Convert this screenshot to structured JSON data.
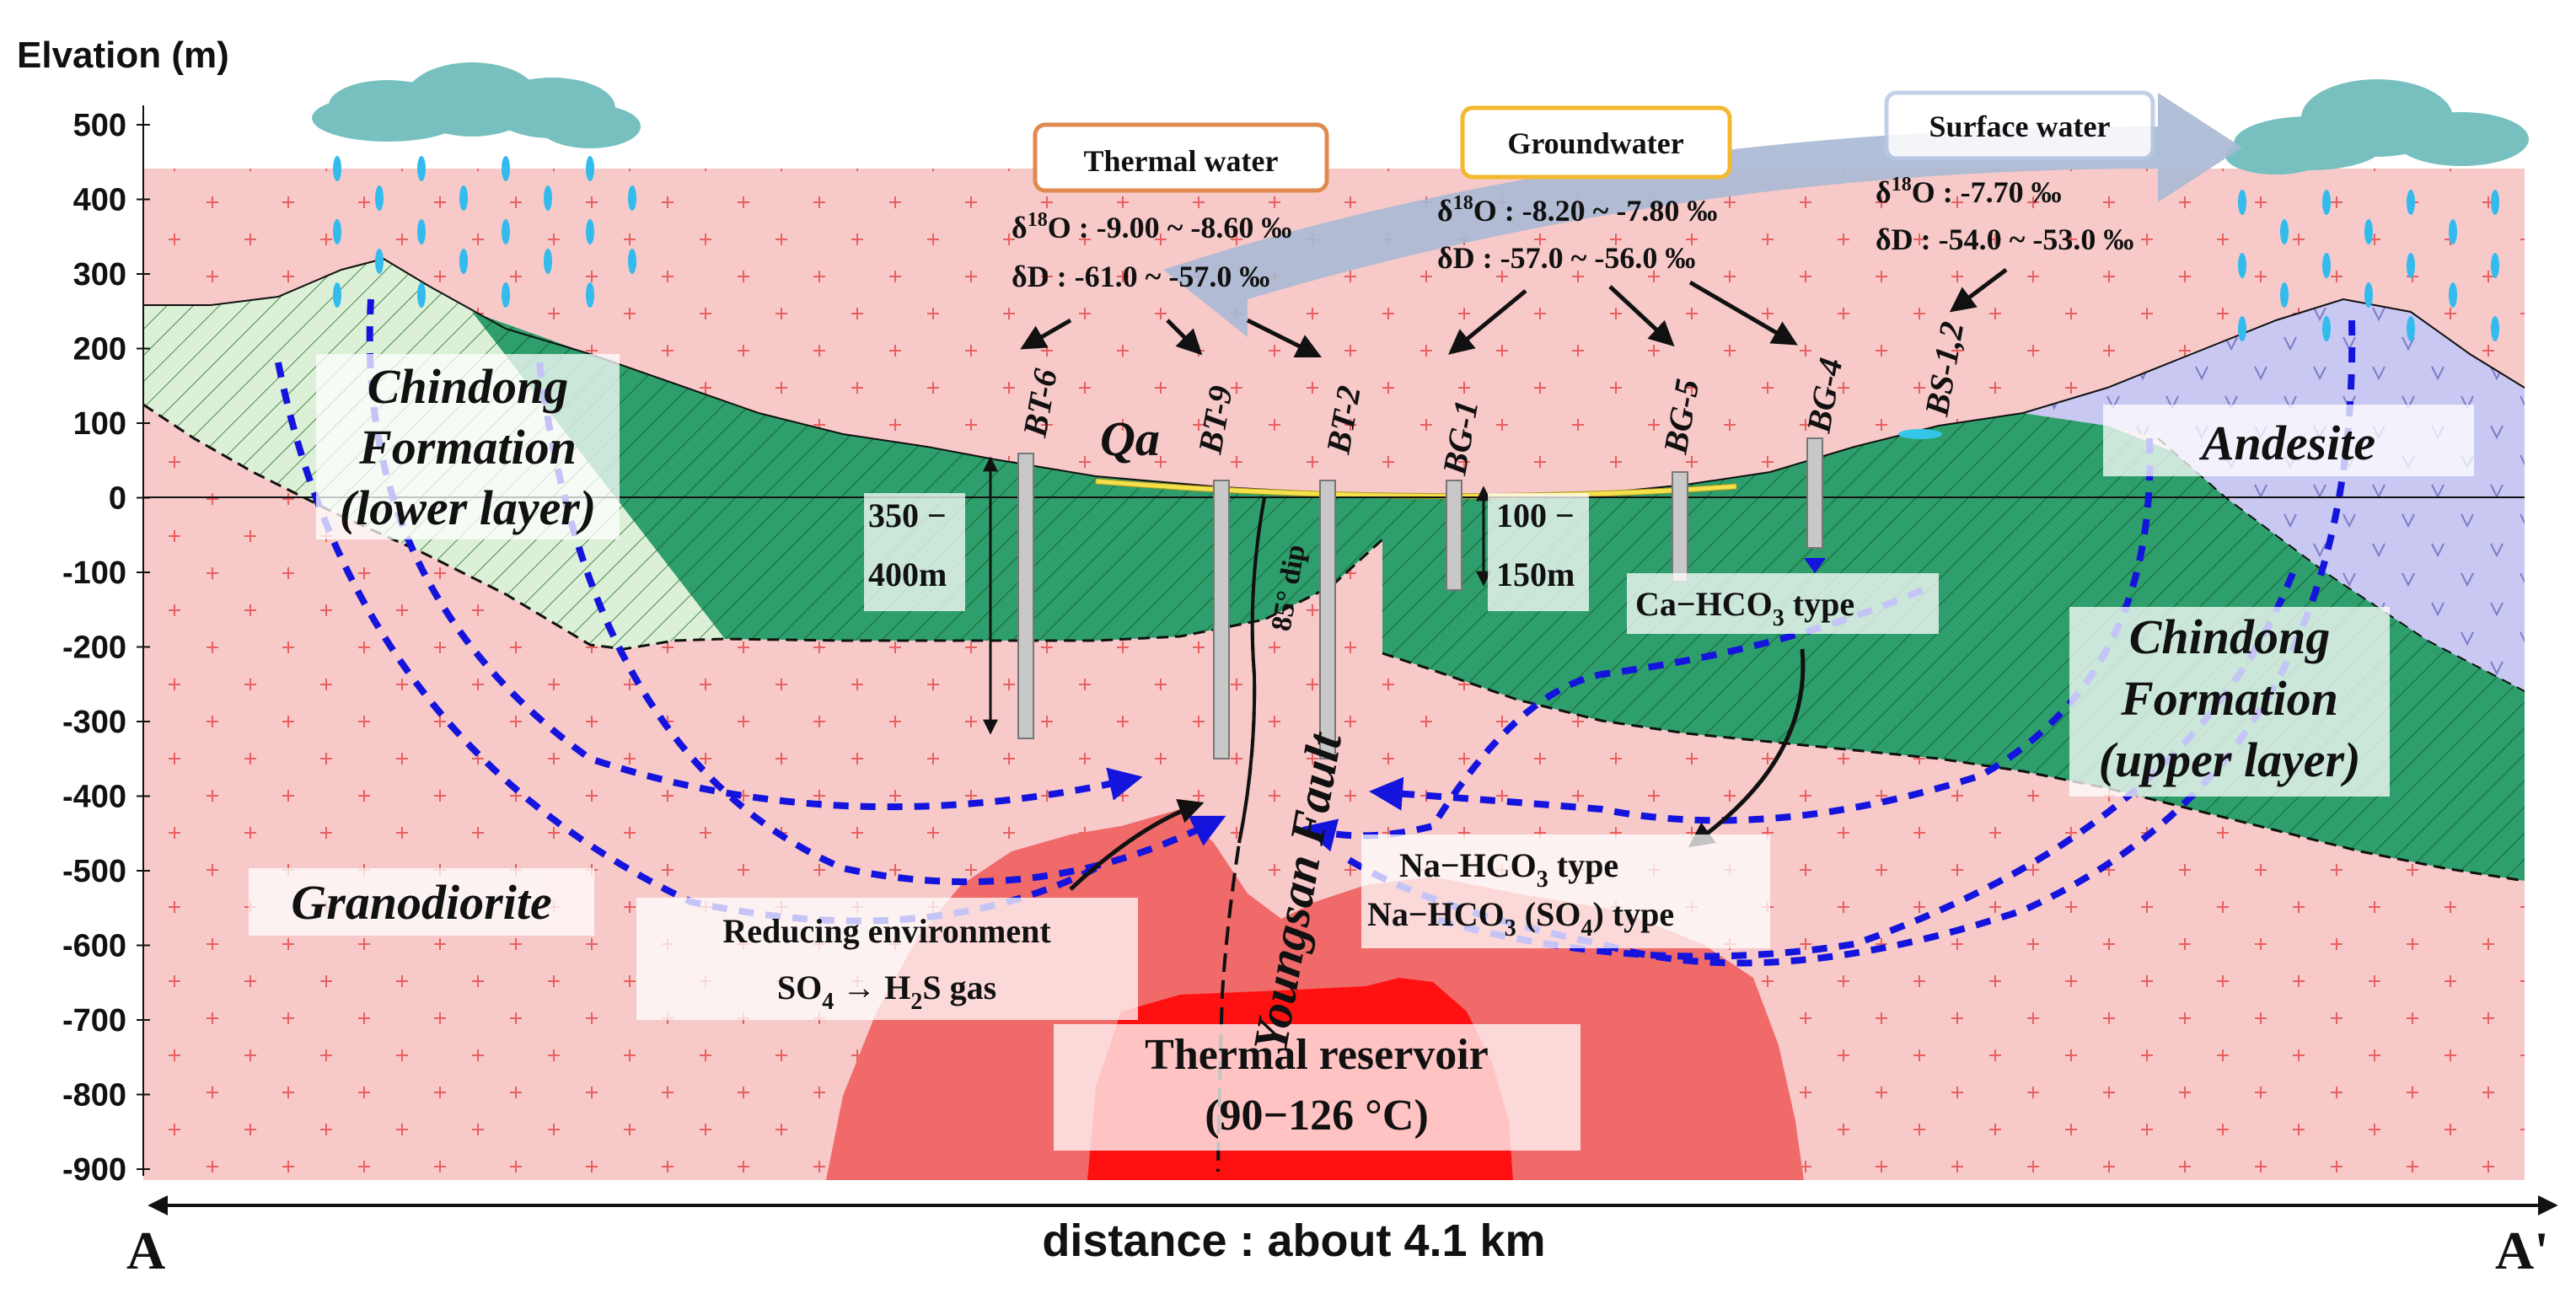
{
  "y_axis": {
    "title": "Elvation (m)",
    "ticks": [
      "500",
      "400",
      "300",
      "200",
      "100",
      "0",
      "-100",
      "-200",
      "-300",
      "-400",
      "-500",
      "-600",
      "-700",
      "-800",
      "-900"
    ]
  },
  "geology": {
    "chindong_lower": [
      "Chindong",
      "Formation",
      "(lower layer)"
    ],
    "chindong_upper": [
      "Chindong",
      "Formation",
      "(upper layer)"
    ],
    "andesite": "Andesite",
    "granodiorite": "Granodiorite",
    "qa": "Qa",
    "fault": "Youngsan  Fault",
    "dip": "85° dip"
  },
  "water_boxes": {
    "thermal": "Thermal  water",
    "groundwater": "Groundwater",
    "surface": "Surface water"
  },
  "isotopes": {
    "thermal": {
      "d18o_prefix": "δ",
      "d18o_sup": "18",
      "d18o_rest": "O : -9.00 ~ -8.60 ‰",
      "dD": "δD : -61.0 ~ -57.0 ‰"
    },
    "groundwater": {
      "d18o_prefix": "δ",
      "d18o_sup": "18",
      "d18o_rest": "O : -8.20 ~ -7.80 ‰",
      "dD": "δD : -57.0 ~ -56.0 ‰"
    },
    "surface": {
      "d18o_prefix": "δ",
      "d18o_sup": "18",
      "d18o_rest": "O : -7.70 ‰",
      "dD": "δD : -54.0 ~ -53.0 ‰"
    }
  },
  "wells": [
    "BT-6",
    "BT-9",
    "BT-2",
    "BG-1",
    "BG-5",
    "BG-4",
    "BS-1,2"
  ],
  "depths": {
    "thermal": [
      "350 −",
      "400m"
    ],
    "ground": [
      "100 −",
      "150m"
    ]
  },
  "water_types": {
    "ca": {
      "main": "Ca−HCO",
      "sub": "3",
      "tail": " type"
    },
    "na1": {
      "main": "Na−HCO",
      "sub": "3",
      "tail": " type"
    },
    "na2": {
      "main": "Na−HCO",
      "sub": "3",
      "tail": " (SO",
      "sub2": "4",
      "tail2": ") type"
    }
  },
  "reducing": {
    "line1": "Reducing environment",
    "so": "SO",
    "so_sub": "4",
    "arrow": " → H",
    "h_sub": "2",
    "gas": "S gas"
  },
  "reservoir": {
    "line1": "Thermal reservoir",
    "line2": "(90−126 °C)"
  },
  "distance": {
    "label": "distance : about 4.1 km",
    "left": "A",
    "right": "A'"
  },
  "colors": {
    "granodiorite": "#f7c9c9",
    "chindong_lower": "#dbf0d6",
    "chindong_upper": "#2e9f6c",
    "andesite": "#c9c8f2",
    "reservoir_outer": "#f06a6a",
    "reservoir_inner": "#ff1111",
    "flow_arrows": "#1414dd",
    "cloud": "#78c0c0",
    "rain": "#33bbee",
    "iso_arrow": "#a9b9d4",
    "thermal_box": "#e08a4f",
    "ground_box": "#f3b82b",
    "surface_box": "#b9c8e3"
  }
}
